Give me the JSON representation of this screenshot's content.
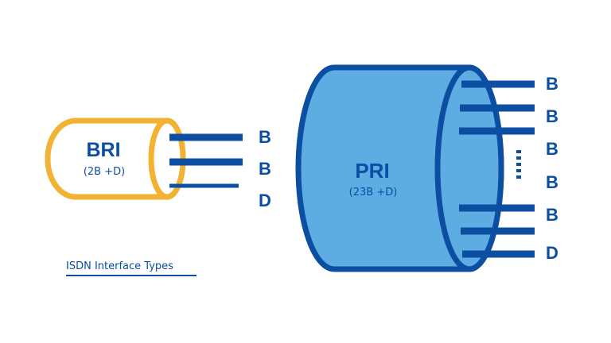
{
  "colors": {
    "bri_fill": "#ffffff",
    "bri_stroke": "#F2B233",
    "pri_fill": "#5DADE2",
    "pri_stroke": "#0B4EA2",
    "line": "#0B4EA2",
    "text": "#0B4EA2"
  },
  "bri": {
    "title": "BRI",
    "subtitle": "(2B +D)",
    "channels": [
      "B",
      "B",
      "D"
    ]
  },
  "pri": {
    "title": "PRI",
    "subtitle": "(23B +D)",
    "channels": [
      "B",
      "B",
      "B",
      "B",
      "B",
      "D"
    ]
  },
  "caption": "ISDN Interface Types"
}
